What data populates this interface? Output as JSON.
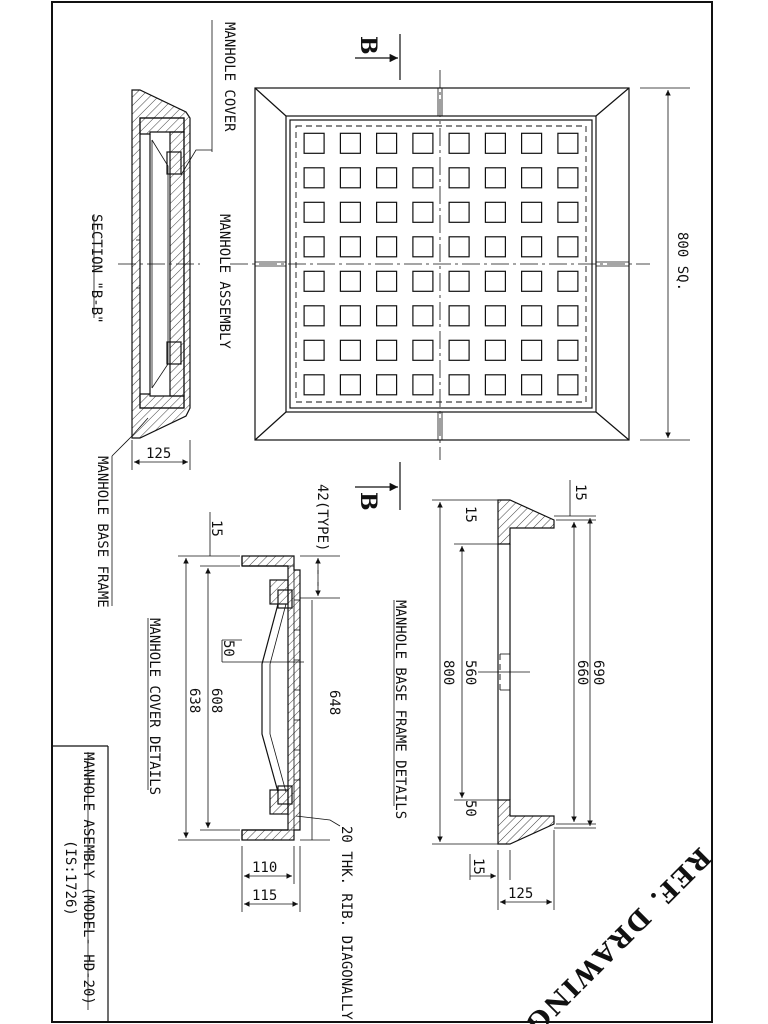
{
  "section_marks": {
    "top": "B",
    "bottom": "B"
  },
  "labels": {
    "manhole_cover": "MANHOLE COVER",
    "manhole_assembly": "MANHOLE ASSEMBLY",
    "section_bb": "SECTION \"B-B\"",
    "manhole_base_frame": "MANHOLE BASE FRAME",
    "manhole_cover_details": "MANHOLE COVER DETAILS",
    "manhole_base_frame_details": "MANHOLE BASE FRAME DETAILS",
    "rib_note": "20 THK. RIB. DIAGONALLY",
    "ref_drawing": "REF. DRAWING"
  },
  "dimensions": {
    "overall": "800 SQ.",
    "sec_depth": "125",
    "cover_typ": "42(TYPE)",
    "cover_15": "15",
    "cover_50": "50",
    "cover_638": "638",
    "cover_608": "608",
    "cover_648": "648",
    "cover_110": "110",
    "cover_115": "115",
    "frame_15_top": "15",
    "frame_15_left": "15",
    "frame_800": "800",
    "frame_560": "560",
    "frame_660": "660",
    "frame_690": "690",
    "frame_50": "50",
    "frame_15_bot": "15",
    "frame_125": "125"
  },
  "title_block": {
    "line1": "MANHOLE ASEMBLY (MODEL- HD-20)",
    "line2": "(IS:1726)"
  },
  "grid": {
    "rows": 8,
    "cols": 8
  }
}
